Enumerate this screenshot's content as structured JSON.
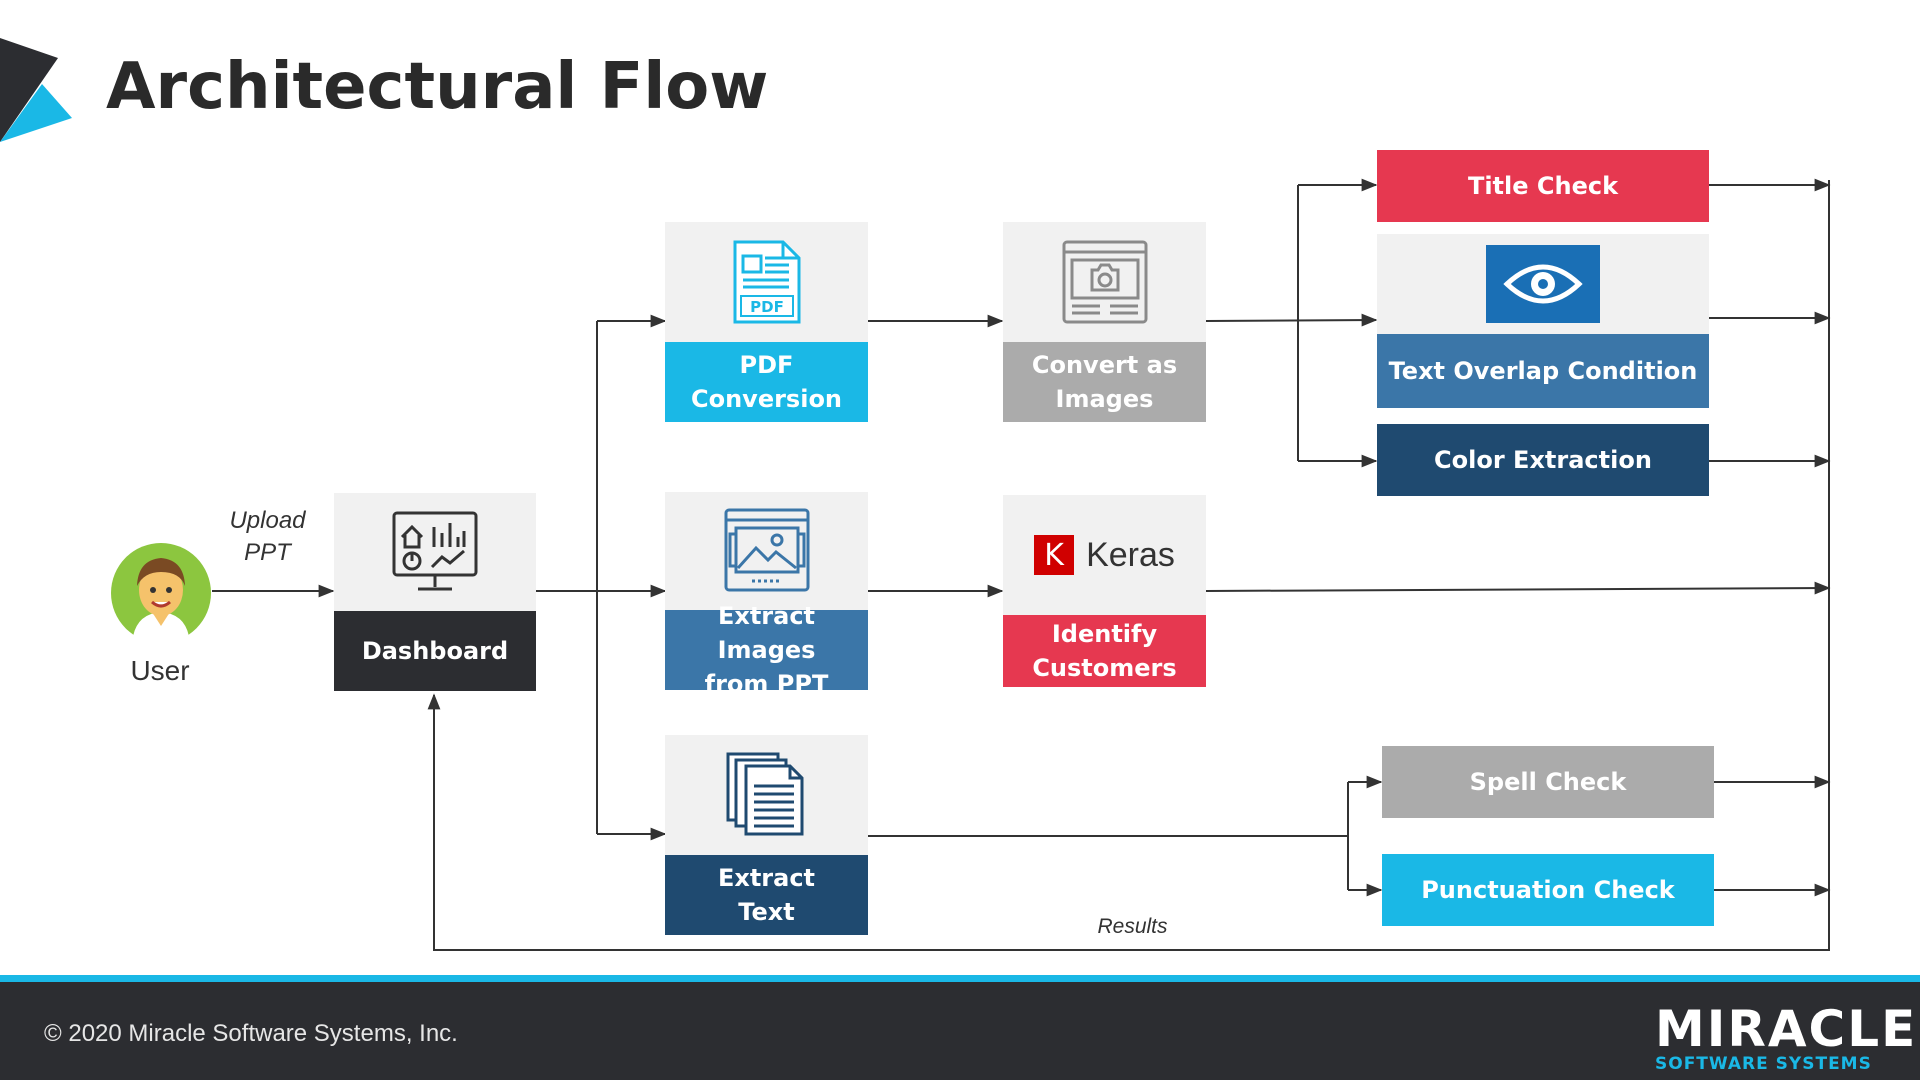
{
  "title": "Architectural Flow",
  "user": {
    "label": "User"
  },
  "upload_note": "Upload\nPPT",
  "results_note": "Results",
  "nodes": {
    "dashboard": {
      "label": "Dashboard",
      "color": "#2c2d31"
    },
    "pdf_conversion": {
      "label": "PDF\nConversion",
      "color": "#1ab8e6",
      "icon_text": "PDF"
    },
    "extract_images": {
      "label": "Extract Images\nfrom PPT",
      "color": "#3b76a8"
    },
    "extract_text": {
      "label": "Extract\nText",
      "color": "#1f4a70"
    },
    "convert_images": {
      "label": "Convert as\nImages",
      "color": "#ababab"
    },
    "identify_customers": {
      "label": "Identify\nCustomers",
      "color": "#e63850",
      "logo_letter": "K",
      "logo_text": "Keras"
    }
  },
  "checks": {
    "title_check": {
      "label": "Title Check",
      "color": "#e63850"
    },
    "text_overlap": {
      "label": "Text Overlap Condition",
      "color": "#3b76a8"
    },
    "color_extraction": {
      "label": "Color Extraction",
      "color": "#1f4a70"
    },
    "spell_check": {
      "label": "Spell Check",
      "color": "#ababab"
    },
    "punctuation_check": {
      "label": "Punctuation Check",
      "color": "#1ab8e6"
    }
  },
  "footer": {
    "copyright": "© 2020 Miracle Software Systems, Inc.",
    "logo_main": "MIRACLE",
    "logo_sub": "SOFTWARE SYSTEMS"
  },
  "colors": {
    "accent": "#1ab8e6",
    "dark": "#2c2d31",
    "wire": "#333333"
  }
}
